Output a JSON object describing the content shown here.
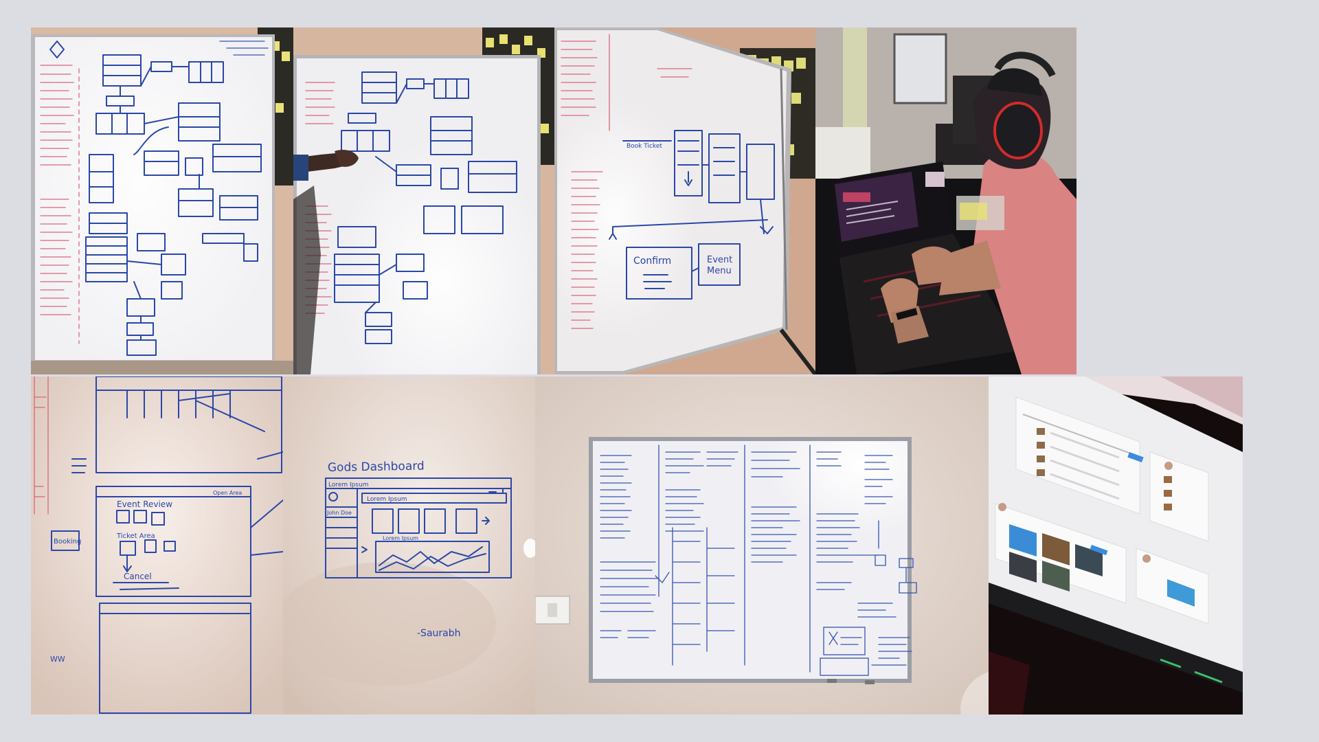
{
  "collage": {
    "background": "#dcdde3",
    "tiles": [
      {
        "id": "whiteboard-flowchart-1",
        "subject": "whiteboard with blue marker flow diagram"
      },
      {
        "id": "whiteboard-flowchart-2",
        "subject": "person pointing at whiteboard flow diagram"
      },
      {
        "id": "whiteboard-booking-flow",
        "subject": "angled whiteboard with booking flow"
      },
      {
        "id": "developer-at-laptop",
        "subject": "person with headset working on laptop"
      },
      {
        "id": "whiteboard-event-wireframe",
        "subject": "whiteboard wireframe sketch"
      },
      {
        "id": "whiteboard-dashboard-sketch",
        "subject": "dashboard wireframe sketch"
      },
      {
        "id": "whiteboard-wall-notes",
        "subject": "wall-mounted whiteboard full of notes"
      },
      {
        "id": "monitor-ui-screens",
        "subject": "monitor showing app UI designs"
      }
    ]
  },
  "board_text": {
    "confirm": "Confirm",
    "event_menu": "Event Menu",
    "book_ticket": "Book Ticket",
    "event_review": "Event Review",
    "ticket_area": "Ticket Area",
    "cancel": "Cancel",
    "booking": "Booking",
    "open_area": "Open Area",
    "dashboard_title": "Gods Dashboard",
    "lorem_ipsum": "Lorem Ipsum",
    "john_doe": "John Doe",
    "signature": "-Saurabh",
    "wp": "WW"
  },
  "colors": {
    "marker_blue": "#2a47a8",
    "marker_red": "#d9657a",
    "wall": "#c9b4a4",
    "board": "#f2f1f3"
  }
}
